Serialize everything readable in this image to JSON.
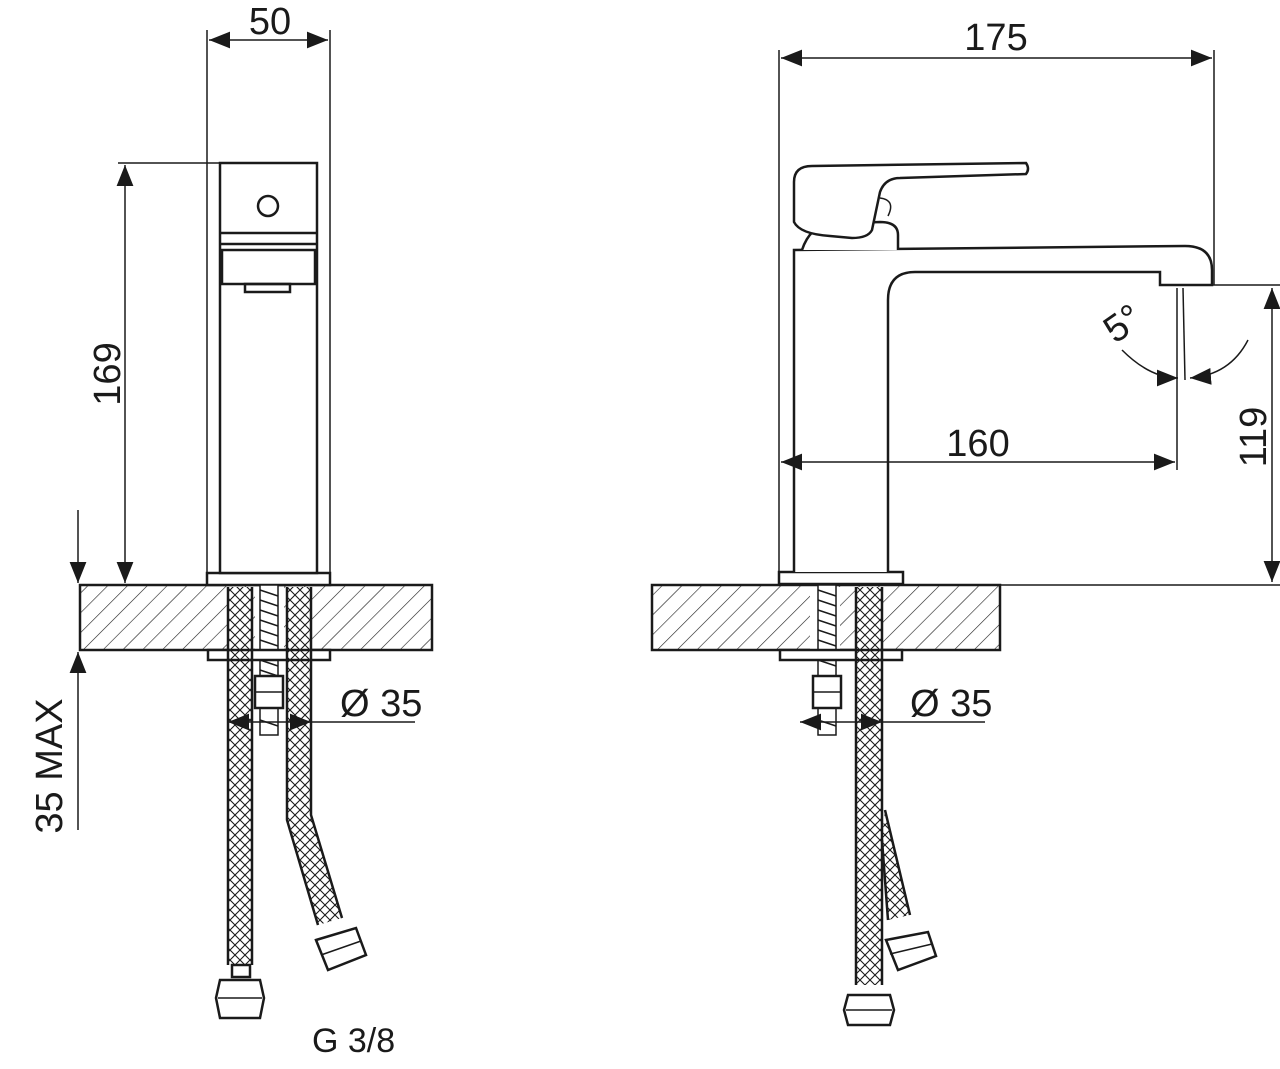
{
  "dimensions": {
    "front_width": "50",
    "front_height": "169",
    "deck_thickness": "35 MAX",
    "front_hole_diameter": "Ø 35",
    "side_overall_length": "175",
    "side_spout_reach": "160",
    "side_spout_height": "119",
    "side_spout_angle": "5°",
    "side_hole_diameter": "Ø 35"
  },
  "notes": {
    "connection_thread": "G 3/8"
  }
}
